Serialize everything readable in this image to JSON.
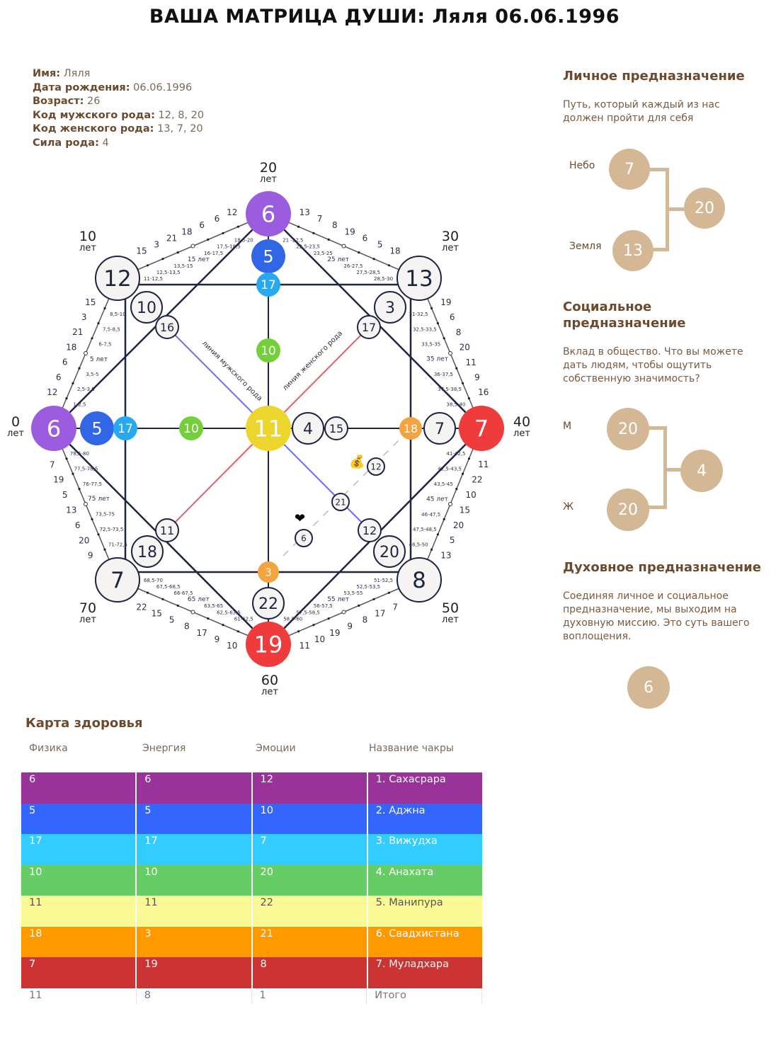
{
  "title": "ВАША МАТРИЦА ДУШИ: Ляля 06.06.1996",
  "info": [
    {
      "label": "Имя:",
      "value": "Ляля"
    },
    {
      "label": "Дата рождения:",
      "value": "06.06.1996"
    },
    {
      "label": "Возраст:",
      "value": "26"
    },
    {
      "label": "Код мужского рода:",
      "value": "12, 8, 20"
    },
    {
      "label": "Код женского рода:",
      "value": " 13, 7, 20"
    },
    {
      "label": "Сила рода:",
      "value": "4"
    }
  ],
  "matrix": {
    "age_unit": "лет",
    "corner_ages": [
      "0",
      "10",
      "20",
      "30",
      "40",
      "50",
      "60",
      "70"
    ],
    "nodes": [
      {
        "id": "c0",
        "value": "6",
        "color": "#9b5ce0"
      },
      {
        "id": "c10",
        "value": "12",
        "color": "white"
      },
      {
        "id": "c20",
        "value": "6",
        "color": "#9b5ce0"
      },
      {
        "id": "c30",
        "value": "13",
        "color": "white"
      },
      {
        "id": "c40",
        "value": "7",
        "color": "#ef3b3b"
      },
      {
        "id": "c50",
        "value": "8",
        "color": "white"
      },
      {
        "id": "c60",
        "value": "19",
        "color": "#ef3b3b"
      },
      {
        "id": "c70",
        "value": "7",
        "color": "white"
      },
      {
        "id": "center",
        "value": "11",
        "color": "#ecd52c"
      },
      {
        "id": "t1",
        "value": "5",
        "color": "#3166e6"
      },
      {
        "id": "t2",
        "value": "17",
        "color": "#28a8f0"
      },
      {
        "id": "t3",
        "value": "10",
        "color": "#74d03a"
      },
      {
        "id": "l1",
        "value": "5",
        "color": "#3166e6"
      },
      {
        "id": "l2",
        "value": "17",
        "color": "#28a8f0"
      },
      {
        "id": "l3",
        "value": "10",
        "color": "#74d03a"
      },
      {
        "id": "r1",
        "value": "4",
        "color": "white"
      },
      {
        "id": "r2",
        "value": "15",
        "color": "white"
      },
      {
        "id": "r3",
        "value": "18",
        "color": "#f4a43e"
      },
      {
        "id": "r4",
        "value": "7",
        "color": "white"
      },
      {
        "id": "b1",
        "value": "3",
        "color": "#f4a43e"
      },
      {
        "id": "b2",
        "value": "22",
        "color": "white"
      },
      {
        "id": "tl1",
        "value": "10",
        "color": "white"
      },
      {
        "id": "tl2",
        "value": "16",
        "color": "white"
      },
      {
        "id": "tr1",
        "value": "3",
        "color": "white"
      },
      {
        "id": "tr2",
        "value": "17",
        "color": "white"
      },
      {
        "id": "br1",
        "value": "20",
        "color": "white"
      },
      {
        "id": "br2",
        "value": "12",
        "color": "white"
      },
      {
        "id": "bl1",
        "value": "18",
        "color": "white"
      },
      {
        "id": "bl2",
        "value": "11",
        "color": "white"
      },
      {
        "id": "i21",
        "value": "21",
        "color": "white"
      },
      {
        "id": "money",
        "value": "12",
        "color": "white"
      },
      {
        "id": "love",
        "value": "6",
        "color": "white"
      }
    ],
    "male_line_label": "линия мужского рода",
    "female_line_label": "линия женского рода",
    "money_icon": "money-bag-icon",
    "love_icon": "heart-icon",
    "edges": [
      {
        "numbers": [
          "12",
          "6",
          "6",
          "18",
          "21",
          "3",
          "15"
        ],
        "ages": [
          "1-2,5",
          "2,5-3,5",
          "3,5-5",
          "5 лет",
          "6-7,5",
          "7,5-8,5",
          "8,5-10"
        ]
      },
      {
        "numbers": [
          "15",
          "3",
          "21",
          "18",
          "6",
          "6",
          "12"
        ],
        "ages": [
          "11-12,5",
          "12,5-13,5",
          "13,5-15",
          "15 лет",
          "16-17,5",
          "17,5-18,5",
          "18,5-20"
        ]
      },
      {
        "numbers": [
          "13",
          "7",
          "8",
          "19",
          "6",
          "5",
          "18"
        ],
        "ages": [
          "21 -22,5",
          "22,5-23,5",
          "23,5-25",
          "25 лет",
          "26-27,5",
          "27,5-28,5",
          "28,5-30"
        ]
      },
      {
        "numbers": [
          "19",
          "6",
          "8",
          "20",
          "11",
          "9",
          "16"
        ],
        "ages": [
          "31-32,5",
          "32,5-33,5",
          "33,5-35",
          "35 лет",
          "36-37,5",
          "37,5-38,5",
          "38,5-40"
        ]
      },
      {
        "numbers": [
          "11",
          "22",
          "10",
          "15",
          "20",
          "5",
          "13"
        ],
        "ages": [
          "41-42,5",
          "42,5-43,5",
          "43,5-45",
          "45 лет",
          "46-47,5",
          "47,5-48,5",
          "48,5-50"
        ]
      },
      {
        "numbers": [
          "7",
          "17",
          "8",
          "9",
          "19",
          "10",
          "11"
        ],
        "ages": [
          "51-52,5",
          "52,5-53,5",
          "53,5-55",
          "55 лет",
          "56-57,5",
          "57,5-58,5",
          "58,5-60"
        ]
      },
      {
        "numbers": [
          "10",
          "9",
          "17",
          "8",
          "5",
          "15",
          "22"
        ],
        "ages": [
          "61-62,5",
          "62,5-63,5",
          "63,5-65",
          "65 лет",
          "66-67,5",
          "67,5-68,5",
          "68,5-70"
        ]
      },
      {
        "numbers": [
          "9",
          "20",
          "6",
          "13",
          "5",
          "19",
          "7"
        ],
        "ages": [
          "71-72,5",
          "72,5-73,5",
          "73,5-75",
          "75 лет",
          "76-77,5",
          "77,5-78,5",
          "78,5-80"
        ]
      }
    ]
  },
  "personal": {
    "title": "Личное предназначение",
    "text": "Путь, который каждый из нас должен пройти для себя",
    "sky_label": "Небо",
    "sky": "7",
    "earth_label": "Земля",
    "earth": "13",
    "result": "20"
  },
  "social": {
    "title": "Социальное предназначение",
    "text": "Вклад в общество. Что вы можете дать людям, чтобы ощутить собственную значимость?",
    "m_label": "М",
    "m": "20",
    "f_label": "Ж",
    "f": "20",
    "result": "4"
  },
  "spiritual": {
    "title": "Духовное предназначение",
    "text": "Соединяя личное и социальное предназначение, мы выходим на духовную миссию. Это суть вашего воплощения.",
    "result": "6"
  },
  "health": {
    "title": "Карта здоровья",
    "headers": [
      "Физика",
      "Энергия",
      "Эмоции",
      "Название чакры"
    ],
    "rows": [
      {
        "cells": [
          "6",
          "6",
          "12",
          "1. Сахасрара"
        ],
        "color": "#993399"
      },
      {
        "cells": [
          "5",
          "5",
          "10",
          "2. Аджна"
        ],
        "color": "#3366ff"
      },
      {
        "cells": [
          "17",
          "17",
          "7",
          "3. Вижудха"
        ],
        "color": "#33ccff"
      },
      {
        "cells": [
          "10",
          "10",
          "20",
          "4. Анахата"
        ],
        "color": "#66cc66"
      },
      {
        "cells": [
          "11",
          "11",
          "22",
          "5. Манипура"
        ],
        "color": "#fbf996"
      },
      {
        "cells": [
          "18",
          "3",
          "21",
          "6. Свадхистана"
        ],
        "color": "#ff9900"
      },
      {
        "cells": [
          "7",
          "19",
          "8",
          "7. Муладхара"
        ],
        "color": "#cc3333"
      }
    ],
    "total": [
      "11",
      "8",
      "1",
      "Итого"
    ]
  }
}
